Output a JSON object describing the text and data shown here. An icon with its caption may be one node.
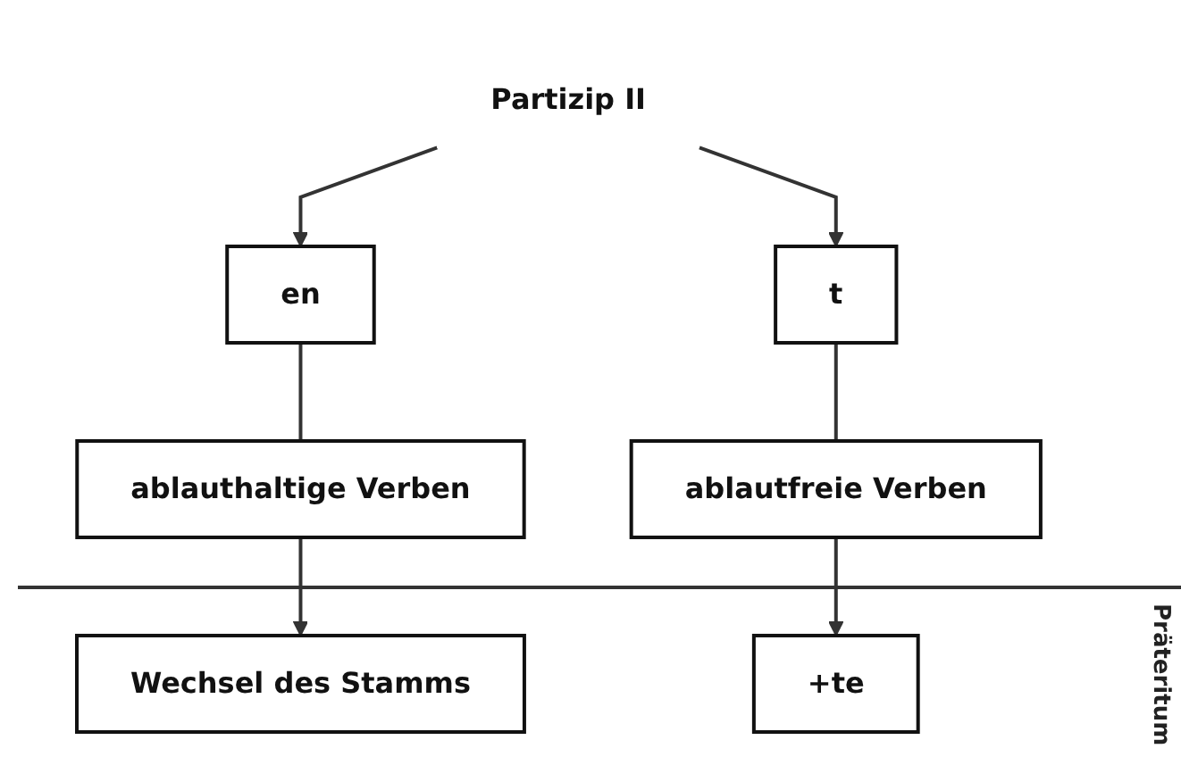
{
  "diagram": {
    "nodes": [
      {
        "text": [
          "Partizip II"
        ]
      },
      {
        "text": [
          "en"
        ]
      },
      {
        "text": [
          "t"
        ]
      },
      {
        "text": [
          "ablauthaltige Verben"
        ]
      },
      {
        "text": [
          "ablautfreie Verben"
        ]
      },
      {
        "text": [
          "Wechsel des Stamms"
        ]
      },
      {
        "text": [
          "+te"
        ]
      }
    ],
    "edges": [
      {
        "from": 0,
        "to": 1,
        "arrow": "to"
      },
      {
        "from": 0,
        "to": 2,
        "arrow": "to"
      },
      {
        "from": 1,
        "to": 3,
        "arrow": "none"
      },
      {
        "from": 2,
        "to": 4,
        "arrow": "none"
      },
      {
        "from": 3,
        "to": 5,
        "arrow": "to"
      },
      {
        "from": 4,
        "to": 6,
        "arrow": "to"
      }
    ],
    "labels": [
      "Präteritum"
    ]
  }
}
